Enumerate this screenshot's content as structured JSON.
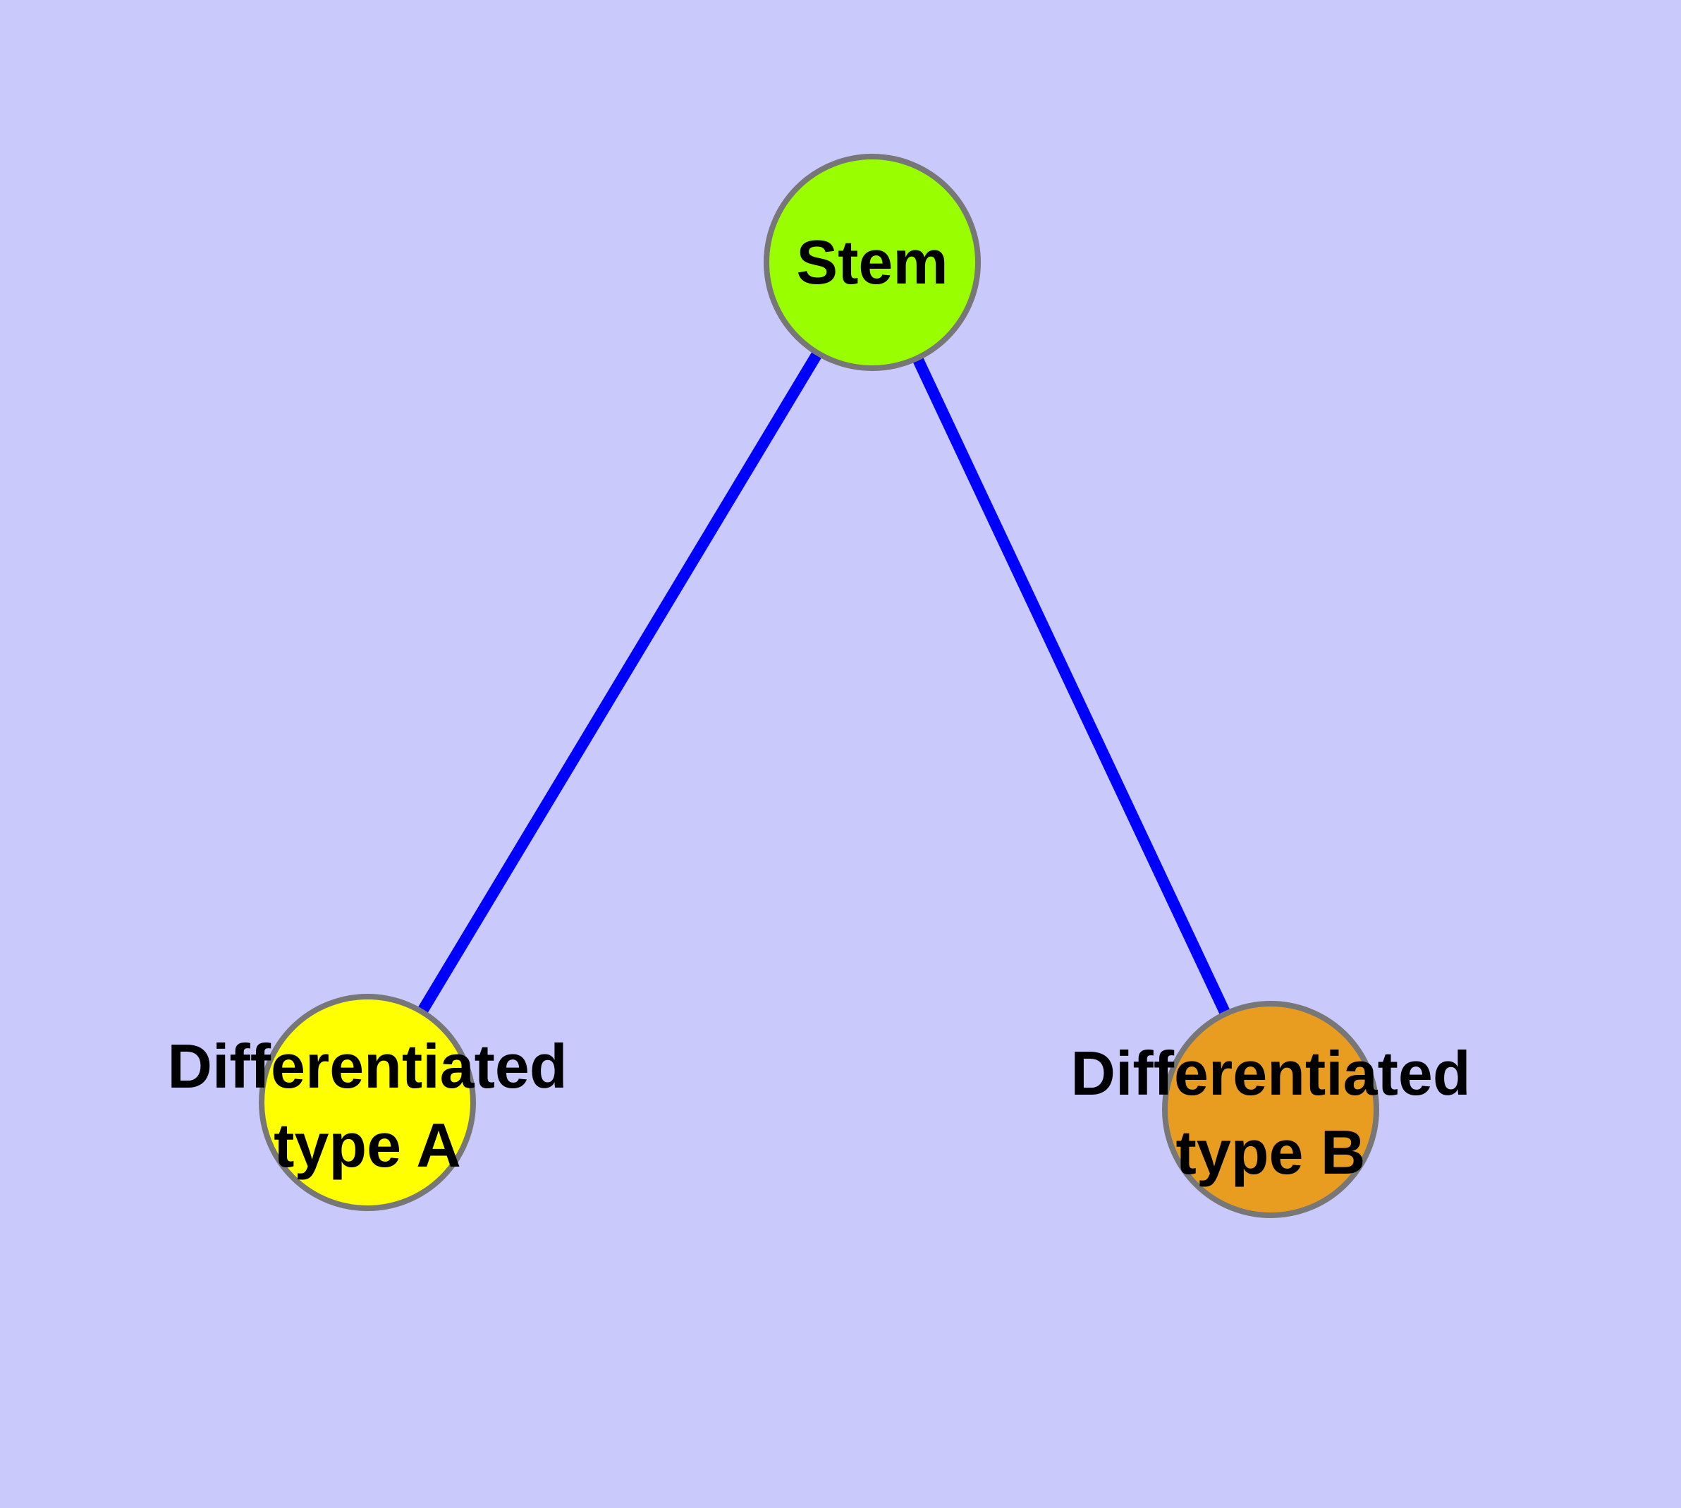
{
  "diagram": {
    "type": "graph",
    "description": "Stem node connected to two differentiated cell type nodes"
  },
  "colors": {
    "background": "#C9C9FB",
    "edge": "#0000FF",
    "node_border": "#777777",
    "label_text": "#000000"
  },
  "nodes": {
    "stem": {
      "label": "Stem",
      "fill": "#99FE00"
    },
    "type_a": {
      "label_line1": "Differentiated",
      "label_line2": "type A",
      "fill": "#FFFF00"
    },
    "type_b": {
      "label_line1": "Differentiated",
      "label_line2": "type B",
      "fill": "#E89D21"
    }
  },
  "edges": [
    {
      "from": "stem",
      "to": "type_a"
    },
    {
      "from": "stem",
      "to": "type_b"
    }
  ]
}
